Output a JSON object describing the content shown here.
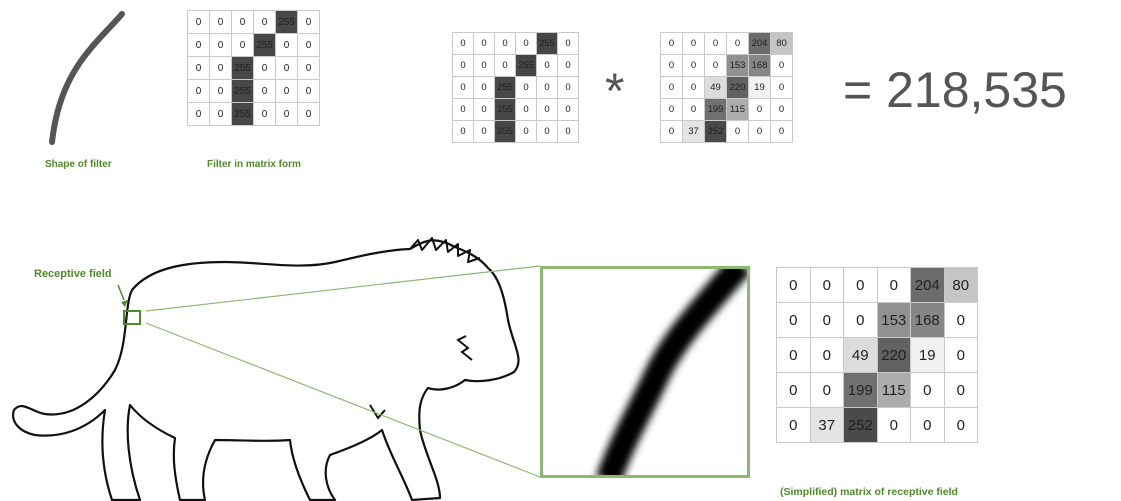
{
  "filter_shape_caption": "Shape of filter",
  "filter_matrix_caption": "Filter in matrix form",
  "receptive_label": "Receptive field",
  "receptive_matrix_caption": "(Simplified) matrix of receptive field",
  "multiply_symbol": "*",
  "result": "= 218,535",
  "filter_matrix": [
    [
      "0",
      "0",
      "0",
      "0",
      "255",
      "0"
    ],
    [
      "0",
      "0",
      "0",
      "255",
      "0",
      "0"
    ],
    [
      "0",
      "0",
      "255",
      "0",
      "0",
      "0"
    ],
    [
      "0",
      "0",
      "255",
      "0",
      "0",
      "0"
    ],
    [
      "0",
      "0",
      "255",
      "0",
      "0",
      "0"
    ]
  ],
  "receptive_matrix": [
    [
      "0",
      "0",
      "0",
      "0",
      "204",
      "80"
    ],
    [
      "0",
      "0",
      "0",
      "153",
      "168",
      "0"
    ],
    [
      "0",
      "0",
      "49",
      "220",
      "19",
      "0"
    ],
    [
      "0",
      "0",
      "199",
      "115",
      "0",
      "0"
    ],
    [
      "0",
      "37",
      "252",
      "0",
      "0",
      "0"
    ]
  ],
  "colors": {
    "accent_green": "#4f8a2a",
    "frame_green": "#8db872"
  }
}
